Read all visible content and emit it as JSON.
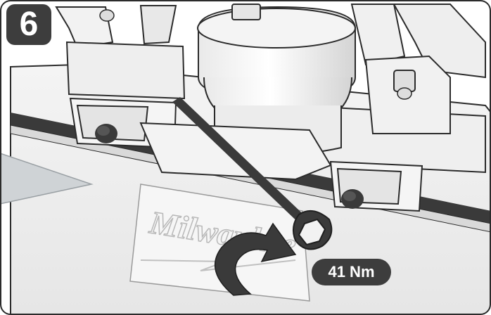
{
  "step": {
    "number": "6"
  },
  "torque": {
    "label": "41 Nm"
  },
  "brand": {
    "logo_text": "Milwaukee"
  },
  "colors": {
    "badge_bg": "#3d3d3d",
    "line": "#2b2b2b",
    "panel_light": "#f2f2f2",
    "panel_mid": "#e2e2e2",
    "shadow": "#c8c8c8",
    "wrench": "#3a3a3a",
    "callout": "#cfd3d6"
  }
}
